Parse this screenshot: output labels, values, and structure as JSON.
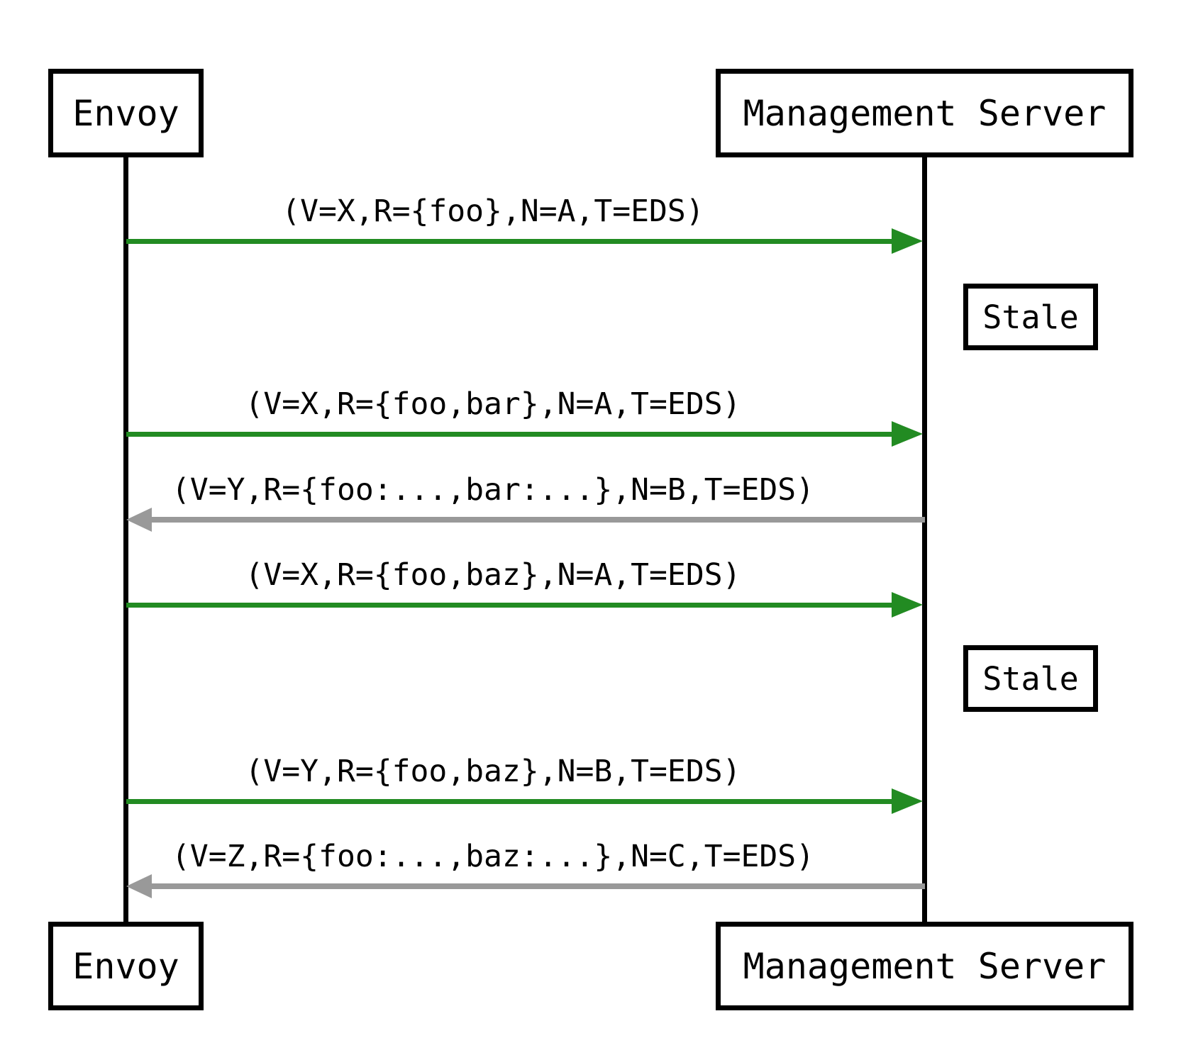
{
  "actors": [
    {
      "id": "envoy",
      "label": "Envoy"
    },
    {
      "id": "management-server",
      "label": "Management Server"
    }
  ],
  "messages": [
    {
      "from": "Envoy",
      "to": "Management Server",
      "direction": "request",
      "label": "(V=X,R={foo},N=A,T=EDS)"
    },
    {
      "from": "Envoy",
      "to": "Management Server",
      "direction": "request",
      "label": "(V=X,R={foo,bar},N=A,T=EDS)"
    },
    {
      "from": "Management Server",
      "to": "Envoy",
      "direction": "response",
      "label": "(V=Y,R={foo:...,bar:...},N=B,T=EDS)"
    },
    {
      "from": "Envoy",
      "to": "Management Server",
      "direction": "request",
      "label": "(V=X,R={foo,baz},N=A,T=EDS)"
    },
    {
      "from": "Envoy",
      "to": "Management Server",
      "direction": "request",
      "label": "(V=Y,R={foo,baz},N=B,T=EDS)"
    },
    {
      "from": "Management Server",
      "to": "Envoy",
      "direction": "response",
      "label": "(V=Z,R={foo:...,baz:...},N=C,T=EDS)"
    }
  ],
  "notes": [
    {
      "label": "Stale"
    },
    {
      "label": "Stale"
    }
  ],
  "colors": {
    "request_arrow": "#228B22",
    "response_arrow": "#999999",
    "line": "#000000"
  }
}
